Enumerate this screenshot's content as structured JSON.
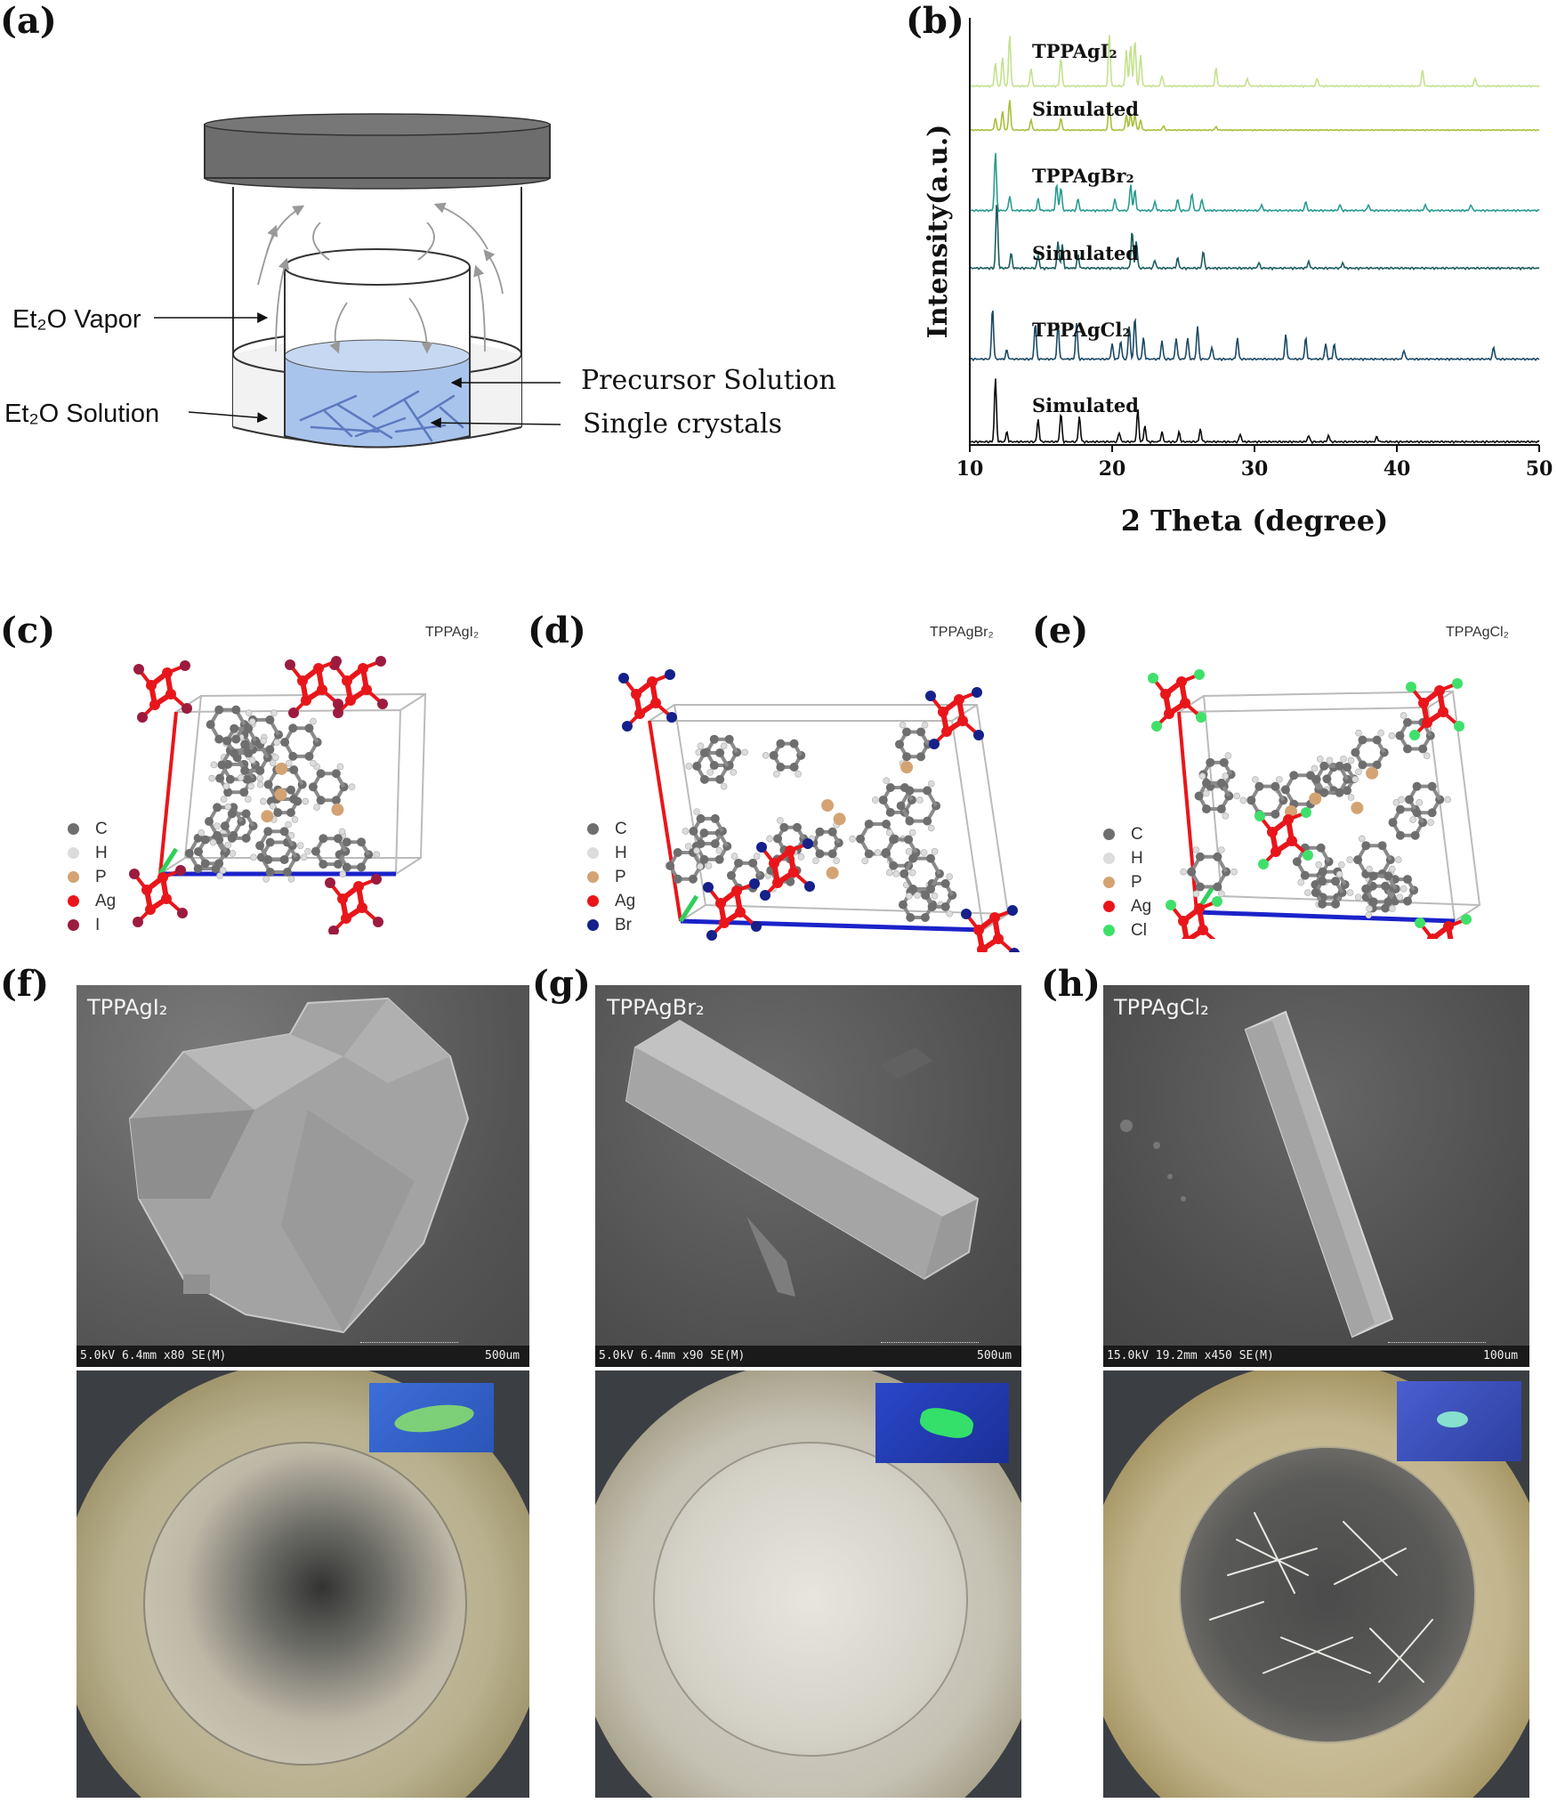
{
  "panels": {
    "a": {
      "label": "(a)",
      "et2o_vapor": "Et₂O Vapor",
      "et2o_solution": "Et₂O Solution",
      "precursor_solution": "Precursor Solution",
      "single_crystals": "Single crystals"
    },
    "b": {
      "label": "(b)"
    },
    "c": {
      "label": "(c)",
      "name": "TPPAgI₂",
      "legend": [
        "C",
        "H",
        "P",
        "Ag",
        "I"
      ]
    },
    "d": {
      "label": "(d)",
      "name": "TPPAgBr₂",
      "legend": [
        "C",
        "H",
        "P",
        "Ag",
        "Br"
      ]
    },
    "e": {
      "label": "(e)",
      "name": "TPPAgCl₂",
      "legend": [
        "C",
        "H",
        "P",
        "Ag",
        "Cl"
      ]
    },
    "f": {
      "label": "(f)",
      "name": "TPPAgI₂",
      "sem_info": "5.0kV 6.4mm x80 SE(M)",
      "scale": "500um"
    },
    "g": {
      "label": "(g)",
      "name": "TPPAgBr₂",
      "sem_info": "5.0kV 6.4mm x90 SE(M)",
      "scale": "500um"
    },
    "h": {
      "label": "(h)",
      "name": "TPPAgCl₂",
      "sem_info": "15.0kV 19.2mm x450 SE(M)",
      "scale": "100um"
    }
  },
  "colors": {
    "C": "#6e6e6e",
    "H": "#dcdcdc",
    "P": "#d4a373",
    "Ag": "#e8161b",
    "I": "#9c1b3f",
    "Br": "#15208a",
    "Cl": "#3fe06a"
  },
  "chart_data": {
    "type": "line",
    "xlabel": "2 Theta (degree)",
    "ylabel": "Intensity(a.u.)",
    "xlim": [
      10,
      50
    ],
    "xticks": [
      10,
      20,
      30,
      40,
      50
    ],
    "series": [
      {
        "name": "TPPAgI₂",
        "color": "#c3e28e",
        "peaks": [
          [
            11.8,
            0.45
          ],
          [
            12.3,
            0.55
          ],
          [
            12.8,
            1.0
          ],
          [
            14.3,
            0.35
          ],
          [
            16.4,
            0.55
          ],
          [
            19.8,
            1.0
          ],
          [
            21.0,
            0.7
          ],
          [
            21.3,
            0.8
          ],
          [
            21.6,
            0.9
          ],
          [
            22.0,
            0.6
          ],
          [
            23.5,
            0.2
          ],
          [
            27.3,
            0.35
          ],
          [
            29.5,
            0.15
          ],
          [
            34.4,
            0.15
          ],
          [
            41.8,
            0.3
          ],
          [
            45.5,
            0.15
          ]
        ]
      },
      {
        "name": "Simulated",
        "color": "#a9bf3c",
        "peaks": [
          [
            11.8,
            0.35
          ],
          [
            12.3,
            0.55
          ],
          [
            12.8,
            0.9
          ],
          [
            14.3,
            0.3
          ],
          [
            16.4,
            0.35
          ],
          [
            19.8,
            0.85
          ],
          [
            21.0,
            0.45
          ],
          [
            21.3,
            0.5
          ],
          [
            21.6,
            0.45
          ],
          [
            22.0,
            0.3
          ],
          [
            23.6,
            0.12
          ],
          [
            27.3,
            0.1
          ]
        ]
      },
      {
        "name": "TPPAgBr₂",
        "color": "#2a9c90",
        "peaks": [
          [
            11.8,
            1.0
          ],
          [
            12.8,
            0.25
          ],
          [
            14.8,
            0.2
          ],
          [
            16.1,
            0.45
          ],
          [
            16.4,
            0.4
          ],
          [
            17.6,
            0.2
          ],
          [
            20.2,
            0.2
          ],
          [
            21.3,
            0.45
          ],
          [
            21.6,
            0.35
          ],
          [
            23.0,
            0.15
          ],
          [
            24.6,
            0.2
          ],
          [
            25.6,
            0.3
          ],
          [
            26.3,
            0.2
          ],
          [
            30.5,
            0.1
          ],
          [
            33.6,
            0.15
          ],
          [
            36.0,
            0.1
          ],
          [
            38.0,
            0.1
          ],
          [
            42.0,
            0.1
          ],
          [
            45.2,
            0.1
          ]
        ]
      },
      {
        "name": "Simulated",
        "color": "#1d5e5e",
        "peaks": [
          [
            11.9,
            1.0
          ],
          [
            12.9,
            0.22
          ],
          [
            14.8,
            0.2
          ],
          [
            16.2,
            0.4
          ],
          [
            16.5,
            0.35
          ],
          [
            17.6,
            0.2
          ],
          [
            21.4,
            0.55
          ],
          [
            21.7,
            0.4
          ],
          [
            23.0,
            0.12
          ],
          [
            24.6,
            0.15
          ],
          [
            26.4,
            0.25
          ],
          [
            30.3,
            0.08
          ],
          [
            33.8,
            0.1
          ],
          [
            36.2,
            0.08
          ]
        ]
      },
      {
        "name": "TPPAgCl₂",
        "color": "#1c4a66",
        "peaks": [
          [
            11.6,
            0.85
          ],
          [
            12.6,
            0.15
          ],
          [
            14.6,
            0.6
          ],
          [
            16.2,
            0.6
          ],
          [
            17.5,
            0.6
          ],
          [
            20.0,
            0.25
          ],
          [
            20.6,
            0.3
          ],
          [
            21.2,
            0.55
          ],
          [
            21.6,
            0.7
          ],
          [
            22.2,
            0.35
          ],
          [
            23.5,
            0.3
          ],
          [
            24.5,
            0.35
          ],
          [
            25.3,
            0.35
          ],
          [
            26.0,
            0.55
          ],
          [
            27.0,
            0.2
          ],
          [
            28.8,
            0.35
          ],
          [
            32.2,
            0.4
          ],
          [
            33.6,
            0.35
          ],
          [
            35.0,
            0.25
          ],
          [
            35.6,
            0.25
          ],
          [
            40.5,
            0.15
          ],
          [
            46.8,
            0.2
          ]
        ]
      },
      {
        "name": "Simulated",
        "color": "#0a0a0a",
        "peaks": [
          [
            11.8,
            1.0
          ],
          [
            12.6,
            0.15
          ],
          [
            14.8,
            0.35
          ],
          [
            16.4,
            0.45
          ],
          [
            17.7,
            0.4
          ],
          [
            20.5,
            0.15
          ],
          [
            21.8,
            0.5
          ],
          [
            22.3,
            0.25
          ],
          [
            23.5,
            0.15
          ],
          [
            24.7,
            0.15
          ],
          [
            26.2,
            0.2
          ],
          [
            29.0,
            0.12
          ],
          [
            33.8,
            0.1
          ],
          [
            35.2,
            0.1
          ],
          [
            38.6,
            0.08
          ]
        ]
      }
    ]
  }
}
